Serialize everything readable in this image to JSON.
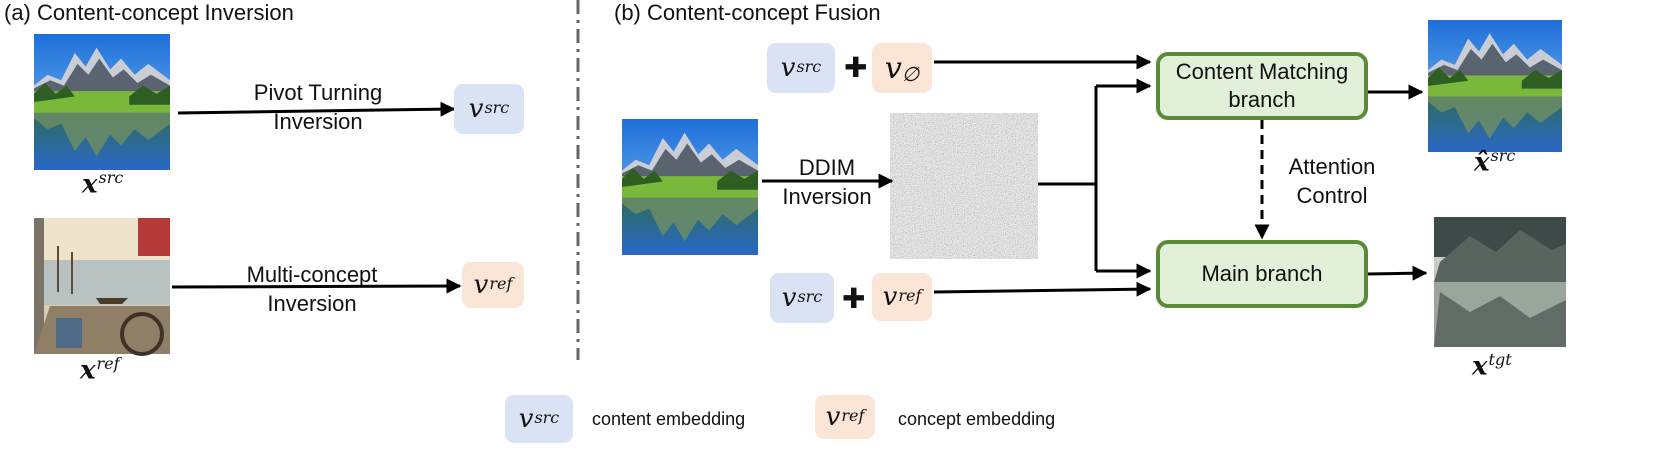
{
  "panel_a": {
    "title": "(a) Content-concept Inversion",
    "arrow1_label_line1": "Pivot Turning",
    "arrow1_label_line2": "Inversion",
    "arrow2_label_line1": "Multi-concept",
    "arrow2_label_line2": "Inversion",
    "src_image_label": "x",
    "src_image_sup": "src",
    "ref_image_label": "x",
    "ref_image_sup": "ref",
    "src_embedding": "v",
    "src_embedding_sup": "src",
    "ref_embedding": "v",
    "ref_embedding_sup": "ref"
  },
  "panel_b": {
    "title": "(b) Content-concept Fusion",
    "ddim_label_line1": "DDIM",
    "ddim_label_line2": "Inversion",
    "top_embedding_src": "v",
    "top_embedding_src_sup": "src",
    "top_embedding_null": "v",
    "top_embedding_null_sub": "∅",
    "bottom_embedding_src": "v",
    "bottom_embedding_src_sup": "src",
    "bottom_embedding_ref": "v",
    "bottom_embedding_ref_sup": "ref",
    "plus_symbol": "✚",
    "content_branch_line1": "Content Matching",
    "content_branch_line2": "branch",
    "main_branch": "Main branch",
    "attention_line1": "Attention",
    "attention_line2": "Control",
    "output_src_label": "x̂",
    "output_src_sup": "src",
    "output_tgt_label": "x",
    "output_tgt_sup": "tgt"
  },
  "legend": {
    "content_symbol": "v",
    "content_symbol_sup": "src",
    "content_text": "content embedding",
    "concept_symbol": "v",
    "concept_symbol_sup": "ref",
    "concept_text": "concept embedding"
  },
  "colors": {
    "content_embedding": "#dae3f3",
    "concept_embedding": "#fbe5d6",
    "branch_fill": "#e2f0d9",
    "branch_border": "#5b8a3a"
  },
  "icons": {
    "landscape": "mountain-lake-image",
    "ukiyoe": "harbor-painting-image",
    "noise": "gaussian-noise-image"
  }
}
